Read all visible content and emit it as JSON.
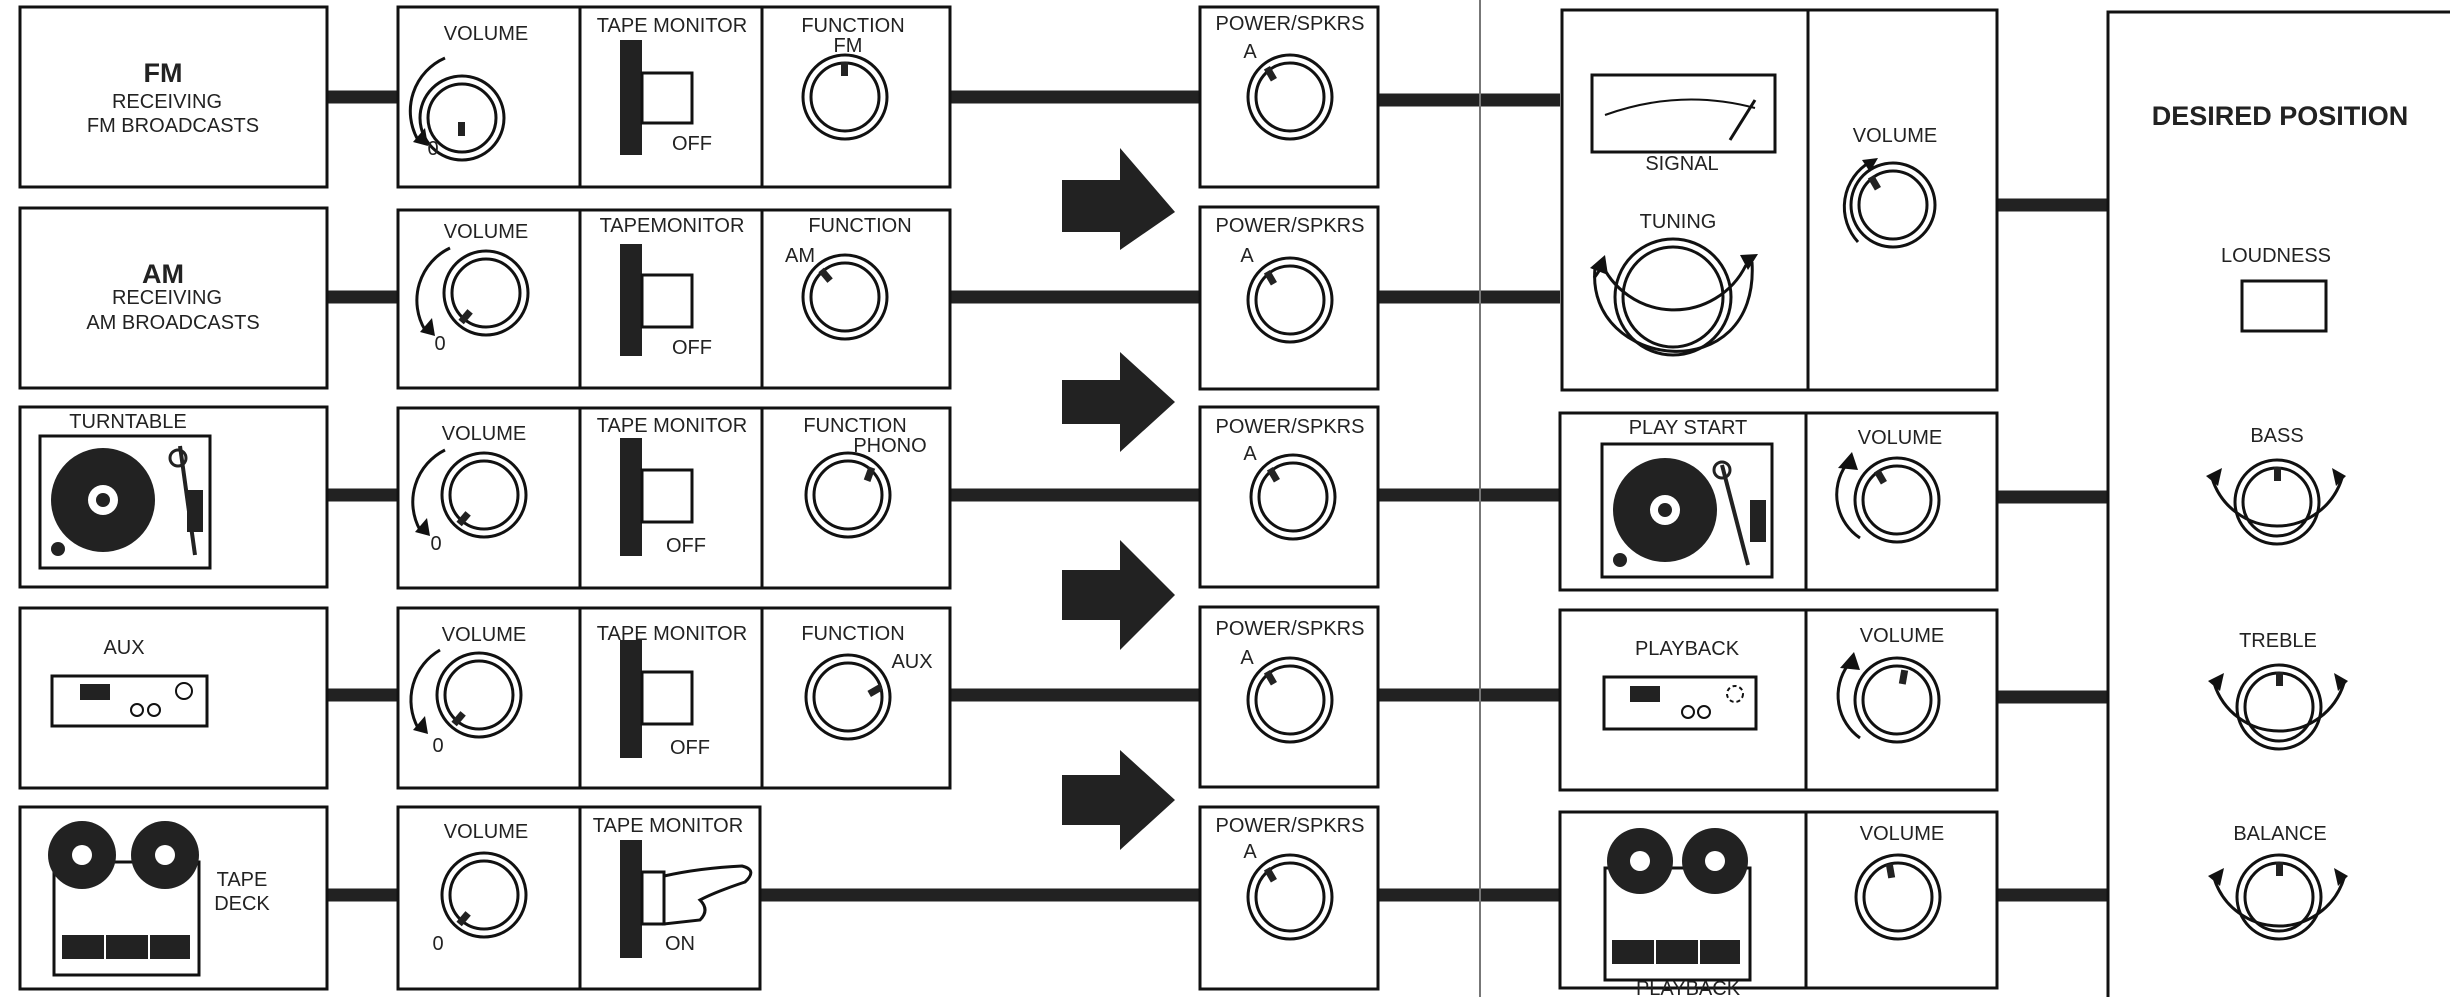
{
  "sources": [
    {
      "id": "fm",
      "title": "FM",
      "lines": [
        "RECEIVING",
        "FM BROADCASTS"
      ],
      "icon": "radio-icon"
    },
    {
      "id": "am",
      "title": "AM",
      "lines": [
        "RECEIVING",
        "AM BROADCASTS"
      ],
      "icon": "radio-icon"
    },
    {
      "id": "turntable",
      "title": "TURNTABLE",
      "lines": [],
      "icon": "turntable-icon"
    },
    {
      "id": "aux",
      "title": "AUX",
      "lines": [],
      "icon": "aux-device-icon"
    },
    {
      "id": "tape",
      "title": "TAPE",
      "title2": "DECK",
      "lines": [],
      "icon": "reel-to-reel-icon"
    }
  ],
  "controls": [
    {
      "volume": "VOLUME",
      "vol_zero": "0",
      "tape_monitor": "TAPE MONITOR",
      "tape_state": "OFF",
      "function": "FUNCTION",
      "function_pos": "FM"
    },
    {
      "volume": "VOLUME",
      "vol_zero": "0",
      "tape_monitor": "TAPEMONITOR",
      "tape_state": "OFF",
      "function": "FUNCTION",
      "function_pos": "AM"
    },
    {
      "volume": "VOLUME",
      "vol_zero": "0",
      "tape_monitor": "TAPE MONITOR",
      "tape_state": "OFF",
      "function": "FUNCTION",
      "function_pos": "PHONO"
    },
    {
      "volume": "VOLUME",
      "vol_zero": "0",
      "tape_monitor": "TAPE MONITOR",
      "tape_state": "OFF",
      "function": "FUNCTION",
      "function_pos": "AUX"
    },
    {
      "volume": "VOLUME",
      "vol_zero": "0",
      "tape_monitor": "TAPE MONITOR",
      "tape_state": "ON",
      "function": "",
      "function_pos": ""
    }
  ],
  "power": {
    "label": "POWER/SPKRS",
    "position": "A"
  },
  "tuner_panel": {
    "signal": "SIGNAL",
    "tuning": "TUNING",
    "volume": "VOLUME"
  },
  "result_rows": [
    {
      "label": "PLAY START",
      "volume": "VOLUME"
    },
    {
      "label": "PLAYBACK",
      "volume": "VOLUME"
    },
    {
      "label": "PLAYBACK",
      "volume": "VOLUME"
    }
  ],
  "desired": {
    "title": "DESIRED POSITION",
    "loudness": "LOUDNESS",
    "bass": "BASS",
    "treble": "TREBLE",
    "balance": "BALANCE"
  }
}
